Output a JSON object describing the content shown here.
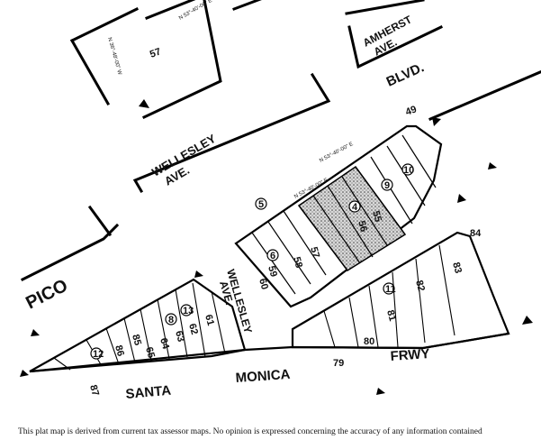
{
  "streets": {
    "pico": "PICO",
    "blvd": "BLVD.",
    "amherst_1": "AMHERST",
    "amherst_2": "AVE.",
    "wellesley_1": "WELLESLEY",
    "wellesley_2": "AVE.",
    "wellesley_v1": "WELLESLEY",
    "wellesley_v2": "AVE.",
    "santa": "SANTA",
    "monica": "MONICA",
    "frwy": "FRWY"
  },
  "parcels": {
    "top_block": "57",
    "lot_49": "49",
    "lot_79": "79",
    "lot_80": "80",
    "lot_81": "81",
    "lot_82": "82",
    "lot_83": "83",
    "lot_84": "84",
    "lot_85": "85",
    "lot_86": "86",
    "lot_87": "87",
    "lot_59": "59",
    "lot_60": "60",
    "lot_61": "61",
    "lot_62": "62",
    "lot_63": "63",
    "lot_64": "64",
    "lot_65": "65",
    "lot_55": "55",
    "lot_56": "56",
    "lot_57": "57",
    "lot_58": "58"
  },
  "circled": [
    "5",
    "6",
    "8",
    "9",
    "10",
    "11",
    "12",
    "13",
    "4"
  ],
  "dimensions": {
    "n1": "N 53°-40'-00\" E",
    "n2": "N 53°-40'-00\" E",
    "n3": "N 36°-48'-00\" W",
    "bearing": "N 53°-40'-00\" E"
  },
  "footer": "This plat map is derived from current tax assessor maps. No opinion is expressed concerning the accuracy of any information contained"
}
